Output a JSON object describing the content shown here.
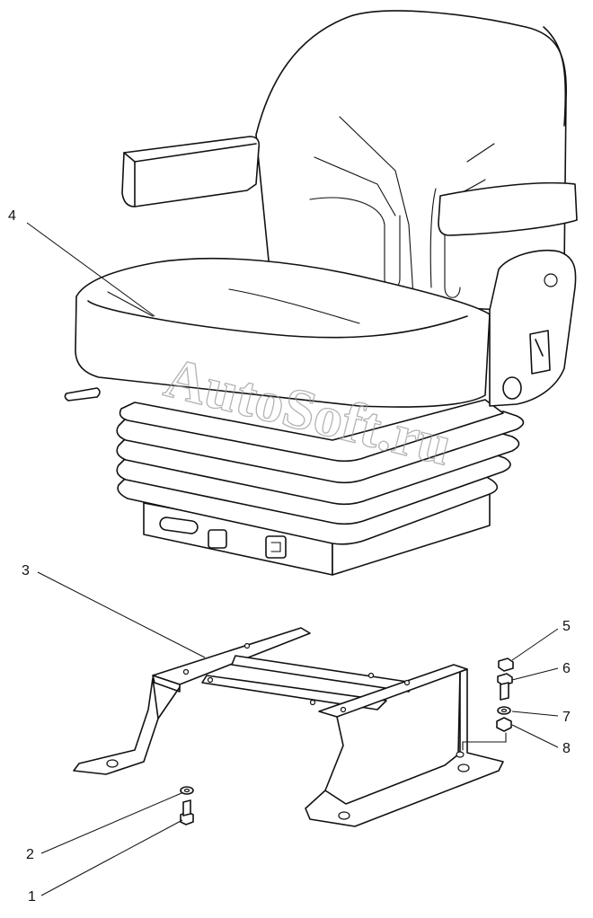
{
  "watermark": "AutoSoft.ru",
  "callouts": [
    {
      "id": "c4",
      "label": "4"
    },
    {
      "id": "c3",
      "label": "3"
    },
    {
      "id": "c5",
      "label": "5"
    },
    {
      "id": "c6",
      "label": "6"
    },
    {
      "id": "c7",
      "label": "7"
    },
    {
      "id": "c8",
      "label": "8"
    },
    {
      "id": "c2",
      "label": "2"
    },
    {
      "id": "c1",
      "label": "1"
    }
  ]
}
